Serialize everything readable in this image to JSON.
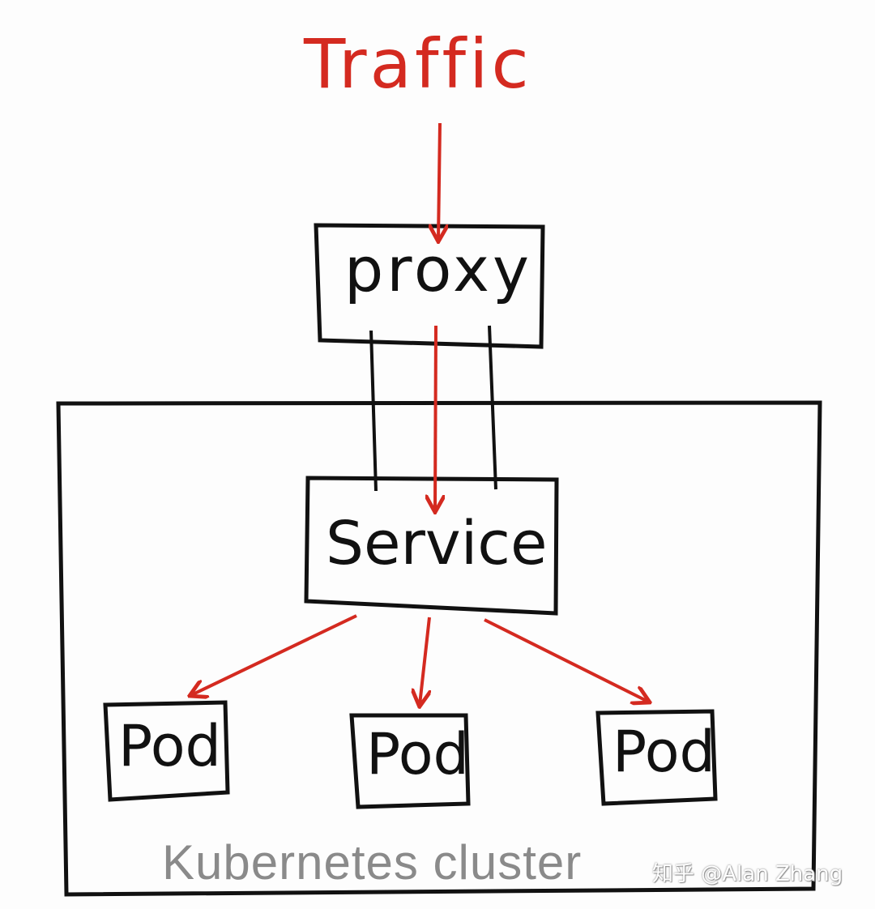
{
  "title": "Traffic",
  "nodes": {
    "proxy": "proxy",
    "service": "Service",
    "pods": [
      "Pod",
      "Pod",
      "Pod"
    ]
  },
  "cluster_label": "Kubernetes cluster",
  "watermark": "知乎 @Alan Zhang",
  "colors": {
    "arrow": "#d42a20",
    "line": "#111111",
    "cluster_text": "#8a8a8a"
  }
}
